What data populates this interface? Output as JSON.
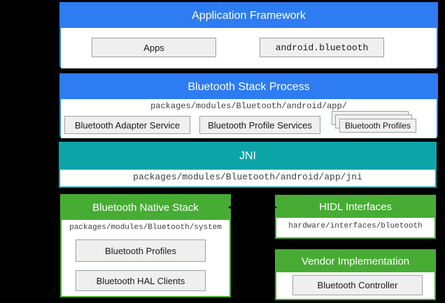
{
  "colors": {
    "background": "#000000",
    "blue_header": "#2e7cf2",
    "teal_header": "#0da4a8",
    "green_header": "#47ac34",
    "box_fill": "#efefef",
    "box_border": "#9aa0a6",
    "path_text": "#3c4043",
    "header_text": "#ffffff"
  },
  "sections": {
    "app_framework": {
      "title": "Application Framework",
      "boxes": [
        "Apps",
        "android.bluetooth"
      ]
    },
    "stack_process": {
      "title": "Bluetooth Stack Process",
      "path": "packages/modules/Bluetooth/android/app/",
      "boxes": [
        "Bluetooth Adapter Service",
        "Bluetooth Profile Services"
      ],
      "stacked_box": "Bluetooth Profiles"
    },
    "jni": {
      "title": "JNI",
      "path": "packages/modules/Bluetooth/android/app/jni"
    },
    "native_stack": {
      "title": "Bluetooth Native Stack",
      "path": "packages/modules/Bluetooth/system",
      "boxes": [
        "Bluetooth Profiles",
        "Bluetooth HAL Clients"
      ]
    },
    "hidl": {
      "title": "HIDL Interfaces",
      "path": "hardware/interfaces/bluetooth"
    },
    "vendor": {
      "title": "Vendor Implementation",
      "boxes": [
        "Bluetooth Controller"
      ]
    }
  }
}
